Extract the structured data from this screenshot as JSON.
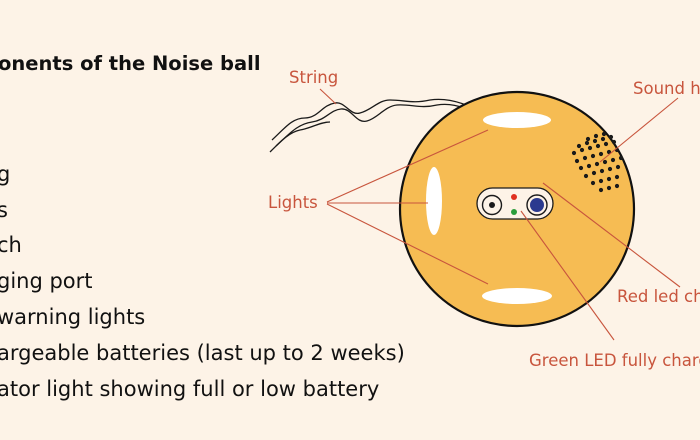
{
  "diagram": {
    "title": "onents of the Noise ball",
    "components": [
      "g",
      "s",
      "ch",
      "ging port",
      "warning lights",
      "argeable batteries (last up to 2 weeks)",
      "ator light showing full or low battery"
    ],
    "callouts": {
      "string": "String",
      "lights": "Lights",
      "sound": "Sound h",
      "red_led": "Red led ch",
      "green_led": "Green LED fully charg"
    },
    "colors": {
      "background": "#fdf3e7",
      "ball": "#f6bc53",
      "ball_outline": "#111111",
      "light_slots": "#ffffff",
      "callout_text": "#c8553d",
      "leader_lines": "#c8553d",
      "red_led": "#e03020",
      "green_led": "#2a9d3a",
      "button": "#2b3a8f"
    }
  }
}
